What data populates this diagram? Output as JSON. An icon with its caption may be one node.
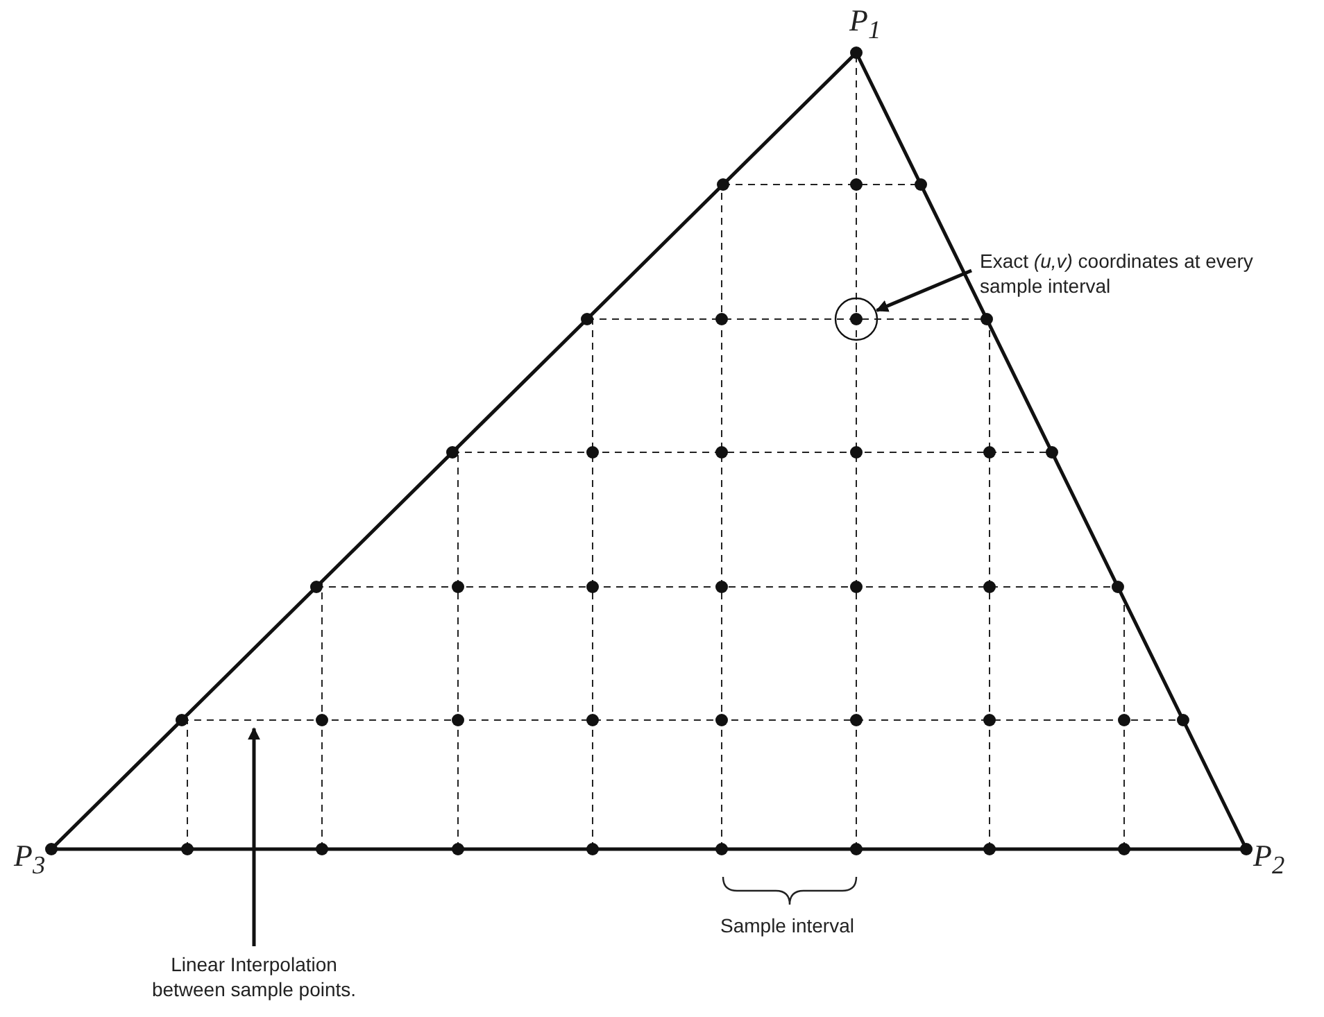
{
  "diagram": {
    "nodes": [
      {
        "text": [
          "Exact *(u,v)* coordinates at every sample interval"
        ]
      },
      {
        "text": [],
        "shape": "circle"
      },
      {
        "text": [
          "Linear Interpolation between sample points."
        ]
      }
    ],
    "edges": [
      {
        "from": 0,
        "to": 1,
        "arrow": "to"
      },
      {
        "from": 2,
        "to": null,
        "arrow": "to"
      }
    ],
    "labels": [
      "P$_{1}$",
      "P$_{3}$",
      "P$_{2}$",
      "Sample interval"
    ]
  }
}
